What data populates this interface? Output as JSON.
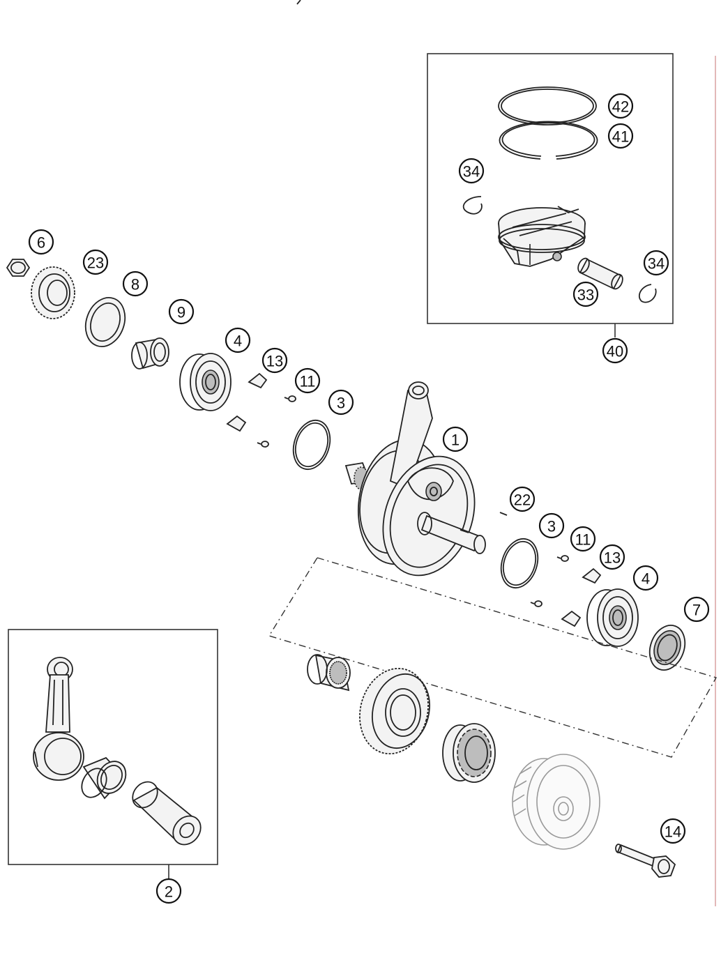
{
  "diagram": {
    "callouts": [
      {
        "id": "c42",
        "label": "42"
      },
      {
        "id": "c41",
        "label": "41"
      },
      {
        "id": "c34a",
        "label": "34"
      },
      {
        "id": "c34b",
        "label": "34"
      },
      {
        "id": "c33",
        "label": "33"
      },
      {
        "id": "c40",
        "label": "40"
      },
      {
        "id": "c6",
        "label": "6"
      },
      {
        "id": "c23",
        "label": "23"
      },
      {
        "id": "c8",
        "label": "8"
      },
      {
        "id": "c9",
        "label": "9"
      },
      {
        "id": "c4a",
        "label": "4"
      },
      {
        "id": "c13a",
        "label": "13"
      },
      {
        "id": "c11a",
        "label": "11"
      },
      {
        "id": "c3a",
        "label": "3"
      },
      {
        "id": "c1",
        "label": "1"
      },
      {
        "id": "c22",
        "label": "22"
      },
      {
        "id": "c3b",
        "label": "3"
      },
      {
        "id": "c11b",
        "label": "11"
      },
      {
        "id": "c13b",
        "label": "13"
      },
      {
        "id": "c4b",
        "label": "4"
      },
      {
        "id": "c7",
        "label": "7"
      },
      {
        "id": "c14",
        "label": "14"
      },
      {
        "id": "c2",
        "label": "2"
      }
    ]
  }
}
